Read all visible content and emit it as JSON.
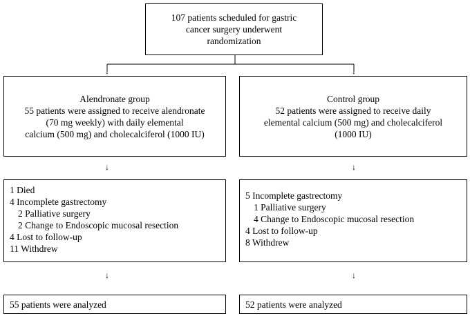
{
  "randomization": {
    "lines": [
      "107 patients scheduled for gastric",
      "cancer surgery underwent",
      "randomization"
    ]
  },
  "alendronate": {
    "lines": [
      "Alendronate group",
      "55 patients were assigned to receive alendronate",
      "(70 mg weekly) with daily elemental",
      "calcium  (500 mg) and cholecalciferol (1000 IU)"
    ],
    "exclusions": [
      "1 Died",
      "4 Incomplete gastrectomy",
      "2 Palliative surgery",
      "2 Change to Endoscopic mucosal resection",
      "4 Lost to follow-up",
      "11 Withdrew"
    ],
    "analyzed": "55 patients were analyzed"
  },
  "control": {
    "lines": [
      "Control group",
      "52 patients were assigned to receive daily",
      "elemental calcium (500 mg) and cholecalciferol",
      "(1000 IU)"
    ],
    "exclusions": [
      "5 Incomplete gastrectomy",
      "1 Palliative surgery",
      "4 Change to Endoscopic mucosal resection",
      "4 Lost to follow-up",
      "8 Withdrew"
    ],
    "analyzed": "52 patients were analyzed"
  },
  "arrow_glyph": "↓"
}
